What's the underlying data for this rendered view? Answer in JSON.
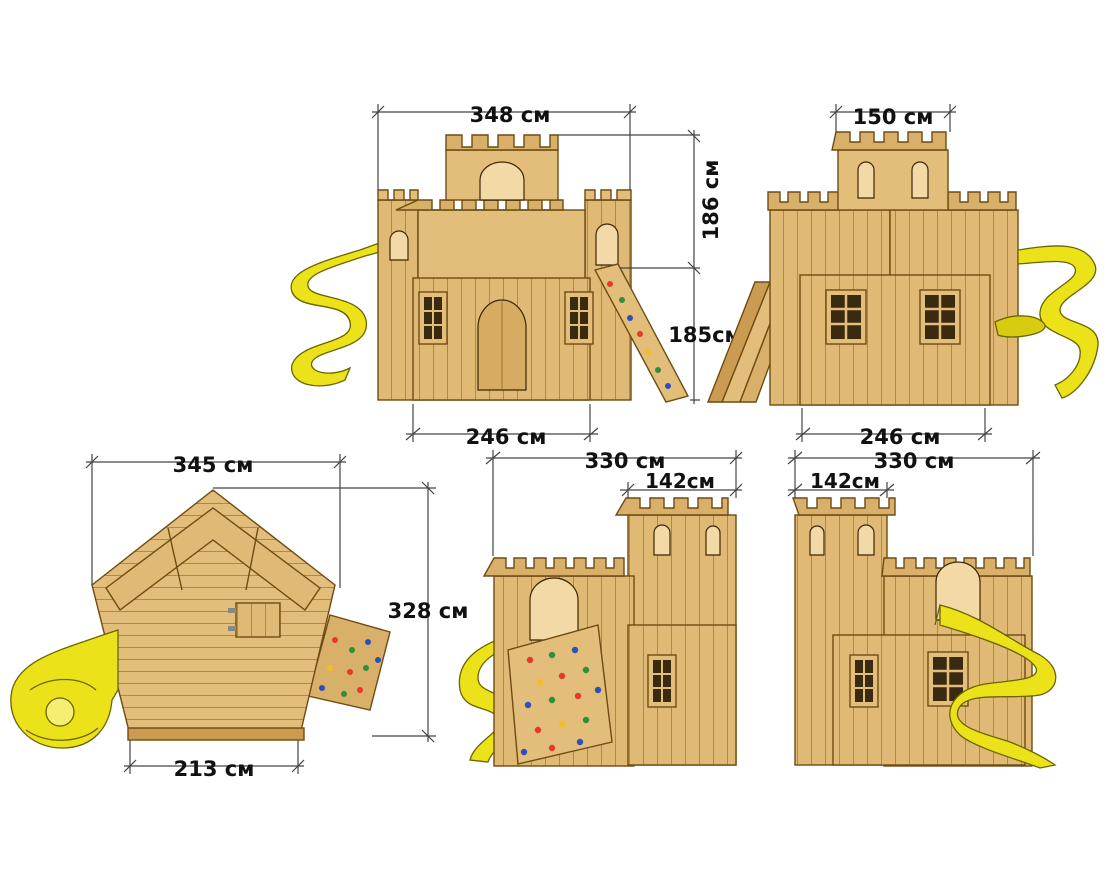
{
  "colors": {
    "wood": "#e3be7a",
    "wood_shade": "#c99c52",
    "wood_edge": "#6e4b12",
    "slide": "#ece21a",
    "slide_shade": "#c2b400",
    "window": "#3a2a10",
    "holds": [
      "#e23b2a",
      "#2f8f3a",
      "#2c4fb8",
      "#f0c020"
    ]
  },
  "views": {
    "front": {
      "width_top": "348 см",
      "height_tower": "186 см",
      "height_main": "185см",
      "width_base": "246 см"
    },
    "back": {
      "width_tower": "150 см",
      "width_base": "246 см"
    },
    "top": {
      "width": "345 см",
      "depth": "328 см",
      "width_base": "213 см"
    },
    "side_left": {
      "width": "330 см",
      "tower": "142см"
    },
    "side_right": {
      "width": "330 см",
      "tower": "142см"
    }
  }
}
